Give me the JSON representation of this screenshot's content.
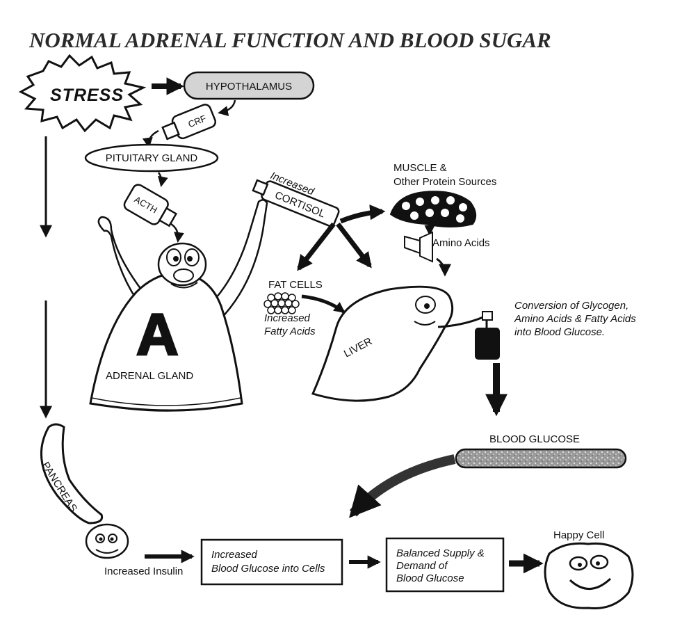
{
  "title": "NORMAL ADRENAL FUNCTION AND BLOOD SUGAR",
  "nodes": {
    "stress": "STRESS",
    "hypothalamus": "HYPOTHALAMUS",
    "crf": "CRF",
    "pituitary": "PITUITARY GLAND",
    "acth": "ACTH",
    "adrenal_letter": "A",
    "adrenal": "ADRENAL GLAND",
    "increased": "Increased",
    "cortisol": "CORTISOL",
    "muscle_line1": "MUSCLE &",
    "muscle_line2": "Other Protein Sources",
    "amino_acids": "Amino Acids",
    "fat_cells": "FAT CELLS",
    "fatty_line1": "Increased",
    "fatty_line2": "Fatty Acids",
    "liver": "LIVER",
    "conversion_line1": "Conversion of Glycogen,",
    "conversion_line2": "Amino Acids & Fatty Acids",
    "conversion_line3": "into Blood Glucose.",
    "blood_glucose": "BLOOD GLUCOSE",
    "pancreas": "PANCREAS",
    "increased_insulin": "Increased Insulin",
    "box1_line1": "Increased",
    "box1_line2": "Blood Glucose into Cells",
    "box2_line1": "Balanced Supply &",
    "box2_line2": "Demand of",
    "box2_line3": "Blood Glucose",
    "happy_cell": "Happy Cell"
  },
  "colors": {
    "ink": "#111111",
    "shade": "#bdbdbd",
    "paper": "#ffffff"
  }
}
